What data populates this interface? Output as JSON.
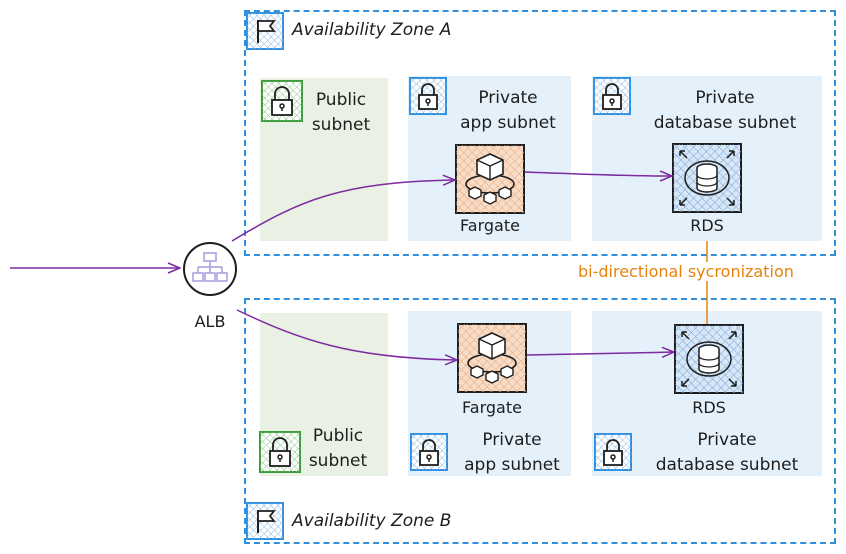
{
  "zone_a": {
    "title": "Availability Zone A"
  },
  "zone_b": {
    "title": "Availability Zone B"
  },
  "subnets": {
    "public_line1": "Public",
    "public_line2": "subnet",
    "private_app_line1": "Private",
    "private_app_line2": "app subnet",
    "private_db_line1": "Private",
    "private_db_line2": "database subnet"
  },
  "services": {
    "fargate": "Fargate",
    "rds": "RDS",
    "alb": "ALB"
  },
  "sync_label": "bi-directional sycronization",
  "colors": {
    "zone_border": "#2f8fe0",
    "public_subnet": "#e8f1e4",
    "private_subnet": "#e4f1fb",
    "fargate_fill": "#f8dcc6",
    "rds_fill": "#d6e7f8",
    "arrow": "#7d2b9e",
    "sync_line": "#e8820c"
  }
}
